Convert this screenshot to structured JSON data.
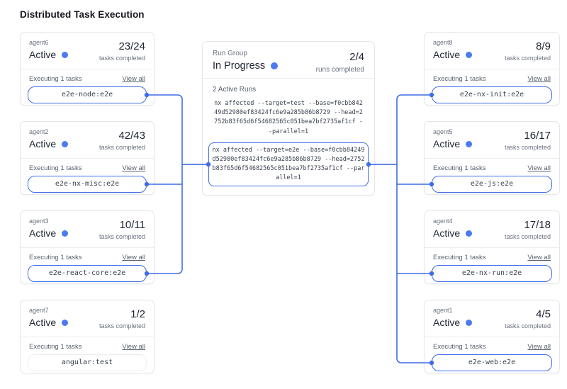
{
  "title": "Distributed Task Execution",
  "colors": {
    "line_blue": "#3f6ce8",
    "dot_blue": "#4b7bee",
    "card_border": "#e4e7ec"
  },
  "left_agents": [
    {
      "name": "agent6",
      "status": "Active",
      "count": "23/24",
      "count_label": "tasks completed",
      "executing_label": "Executing 1 tasks",
      "view_all": "View all",
      "task": "e2e-node:e2e",
      "connected": true
    },
    {
      "name": "agent2",
      "status": "Active",
      "count": "42/43",
      "count_label": "tasks completed",
      "executing_label": "Executing 1 tasks",
      "view_all": "View all",
      "task": "e2e-nx-misc:e2e",
      "connected": true
    },
    {
      "name": "agent3",
      "status": "Active",
      "count": "10/11",
      "count_label": "tasks completed",
      "executing_label": "Executing 1 tasks",
      "view_all": "View all",
      "task": "e2e-react-core:e2e",
      "connected": true
    },
    {
      "name": "agent7",
      "status": "Active",
      "count": "1/2",
      "count_label": "tasks completed",
      "executing_label": "Executing 1 tasks",
      "view_all": "View all",
      "task": "angular:test",
      "connected": false
    }
  ],
  "right_agents": [
    {
      "name": "agent8",
      "status": "Active",
      "count": "8/9",
      "count_label": "tasks completed",
      "executing_label": "Executing 1 tasks",
      "view_all": "View all",
      "task": "e2e-nx-init:e2e",
      "connected": true
    },
    {
      "name": "agent5",
      "status": "Active",
      "count": "16/17",
      "count_label": "tasks completed",
      "executing_label": "Executing 1 tasks",
      "view_all": "View all",
      "task": "e2e-js:e2e",
      "connected": true
    },
    {
      "name": "agent4",
      "status": "Active",
      "count": "17/18",
      "count_label": "tasks completed",
      "executing_label": "Executing 1 tasks",
      "view_all": "View all",
      "task": "e2e-nx-run:e2e",
      "connected": true
    },
    {
      "name": "agent1",
      "status": "Active",
      "count": "4/5",
      "count_label": "tasks completed",
      "executing_label": "Executing 1 tasks",
      "view_all": "View all",
      "task": "e2e-web:e2e",
      "connected": true
    }
  ],
  "run_group": {
    "label": "Run Group",
    "status": "In Progress",
    "count": "2/4",
    "count_label": "runs completed",
    "active_runs_label": "2 Active Runs",
    "runs": [
      {
        "command": "nx affected --target=test --base=f0cbb84249d52980ef83424fc6e9a285b86b8729 --head=2752b83f65d6f54682565c051bea7bf2735af1cf --parallel=1",
        "highlighted": false
      },
      {
        "command": "nx affected --target=e2e --base=f0cbb84249d52980ef83424fc6e9a285b86b8729 --head=2752b83f65d6f54682565c051bea7bf2735af1cf --parallel=1",
        "highlighted": true
      }
    ]
  }
}
